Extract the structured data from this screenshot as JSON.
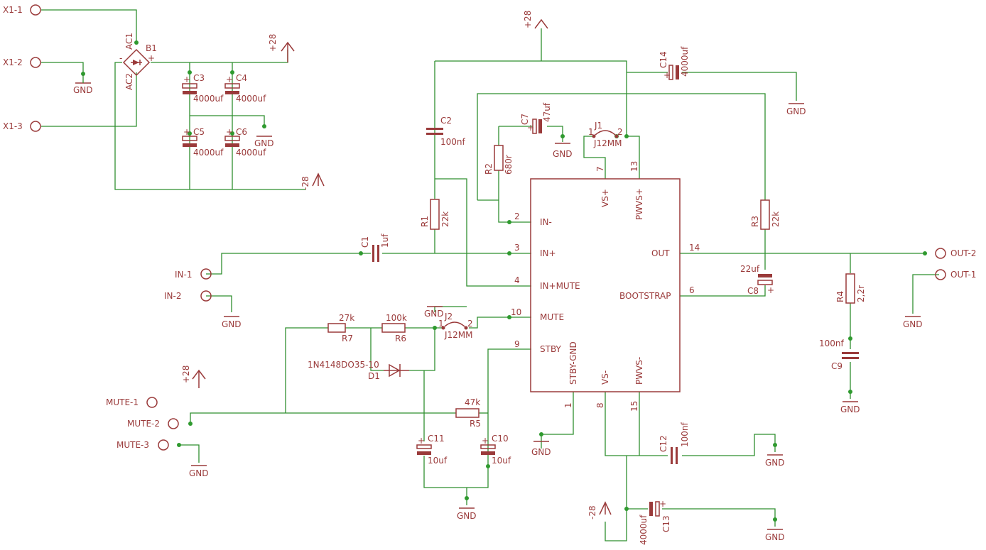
{
  "connectors": {
    "x1_1": "X1-1",
    "x1_2": "X1-2",
    "x1_3": "X1-3",
    "in_1": "IN-1",
    "in_2": "IN-2",
    "mute_1": "MUTE-1",
    "mute_2": "MUTE-2",
    "mute_3": "MUTE-3",
    "out_1": "OUT-1",
    "out_2": "OUT-2"
  },
  "supply": {
    "pos": "+28",
    "neg": "-28",
    "gnd": "GND"
  },
  "bridge": {
    "name": "B1",
    "ac1": "AC1",
    "ac2": "AC2",
    "plus": "+",
    "minus": "-"
  },
  "caps": {
    "c1": {
      "name": "C1",
      "value": "1uf"
    },
    "c2": {
      "name": "C2",
      "value": "100nf"
    },
    "c3": {
      "name": "C3",
      "value": "4000uf"
    },
    "c4": {
      "name": "C4",
      "value": "4000uf"
    },
    "c5": {
      "name": "C5",
      "value": "4000uf"
    },
    "c6": {
      "name": "C6",
      "value": "4000uf"
    },
    "c7": {
      "name": "C7",
      "value": "47uf"
    },
    "c8": {
      "name": "C8",
      "value": "22uf"
    },
    "c9": {
      "name": "C9",
      "value": "100nf"
    },
    "c10": {
      "name": "C10",
      "value": "10uf"
    },
    "c11": {
      "name": "C11",
      "value": "10uf"
    },
    "c12": {
      "name": "C12",
      "value": "100nf"
    },
    "c13": {
      "name": "C13",
      "value": "4000uf"
    },
    "c14": {
      "name": "C14",
      "value": "4000uf"
    }
  },
  "resistors": {
    "r1": {
      "name": "R1",
      "value": "22k"
    },
    "r2": {
      "name": "R2",
      "value": "680r"
    },
    "r3": {
      "name": "R3",
      "value": "22k"
    },
    "r4": {
      "name": "R4",
      "value": "2,2r"
    },
    "r5": {
      "name": "R5",
      "value": "47k"
    },
    "r6": {
      "name": "R6",
      "value": "100k"
    },
    "r7": {
      "name": "R7",
      "value": "27k"
    }
  },
  "diode": {
    "name": "D1",
    "part": "1N4148DO35-10"
  },
  "jumpers": {
    "j1": {
      "name": "J1",
      "part": "J12MM",
      "p1": "1",
      "p2": "2"
    },
    "j2": {
      "name": "J2",
      "part": "J12MM",
      "p1": "1",
      "p2": "2"
    }
  },
  "ic": {
    "in_minus": "IN-",
    "in_plus": "IN+",
    "in_plus_mute": "IN+MUTE",
    "mute": "MUTE",
    "stby": "STBY",
    "stby_gnd": "STBY-GND",
    "vs_minus": "VS-",
    "pwvs_minus": "PWVS-",
    "vs_plus": "VS+",
    "pwvs_plus": "PWVS+",
    "out": "OUT",
    "bootstrap": "BOOTSTRAP",
    "pin1": "1",
    "pin2": "2",
    "pin3": "3",
    "pin4": "4",
    "pin6": "6",
    "pin7": "7",
    "pin8": "8",
    "pin9": "9",
    "pin10": "10",
    "pin13": "13",
    "pin14": "14",
    "pin15": "15"
  }
}
